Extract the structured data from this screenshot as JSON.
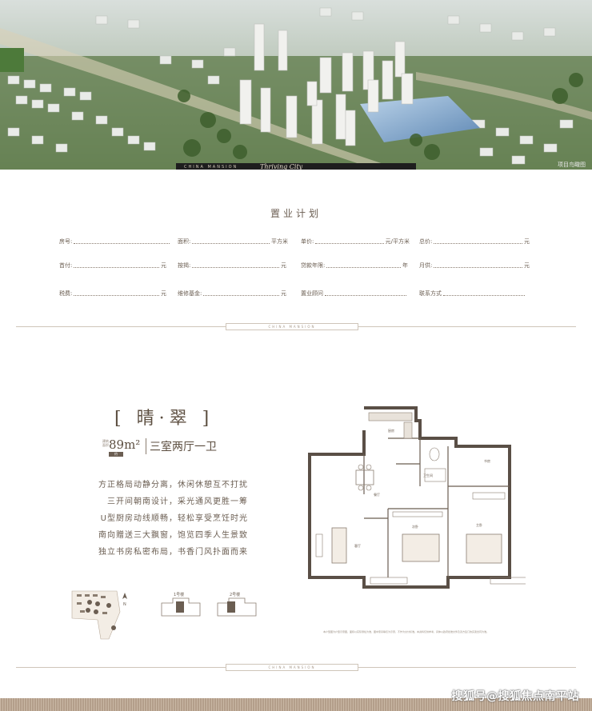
{
  "hero": {
    "brand_text": "CHINA MANSION",
    "script_text": "Thriving City",
    "caption": "项目鸟瞰图"
  },
  "plan": {
    "title": "置业计划",
    "rows": [
      [
        {
          "label": "房号:",
          "unit": ""
        },
        {
          "label": "面积:",
          "unit": "平方米"
        },
        {
          "label": "单价:",
          "unit": "元/平方米"
        },
        {
          "label": "总价:",
          "unit": "元"
        }
      ],
      [
        {
          "label": "首付:",
          "unit": "元"
        },
        {
          "label": "按揭:",
          "unit": "元"
        },
        {
          "label": "贷款年限:",
          "unit": "年"
        },
        {
          "label": "月供:",
          "unit": "元"
        }
      ],
      [
        {
          "label": "税费:",
          "unit": "元"
        },
        {
          "label": "维修基金:",
          "unit": "元"
        },
        {
          "label": "置业顾问",
          "unit": ""
        },
        {
          "label": "联系方式",
          "unit": ""
        }
      ]
    ]
  },
  "divider_text": "CHINA MANSION",
  "unit": {
    "name": "[ 晴·翠 ]",
    "area": "89m²",
    "area_label": "建筑面积",
    "area_tag": "约",
    "layout": "三室两厅一卫",
    "description": [
      "方正格局动静分离，休闲休憩互不打扰",
      "三开间朝南设计，采光通风更胜一筹",
      "U型厨房动线顺畅，轻松享受烹饪时光",
      "南向赠送三大飘窗，饱览四季人生景致",
      "独立书房私密布局，书香门风扑面而来"
    ],
    "rooms": {
      "kitchen": "厨房",
      "dining": "餐厅",
      "bath": "卫生间",
      "living": "客厅",
      "bedroom2": "次卧",
      "master": "主卧",
      "study": "书房"
    },
    "building_1": "1号楼",
    "building_2": "2号楼",
    "north": "N",
    "disclaimer": "本户型图为户型示意图，面积以实际测绘为准，图中家具等仅为示意，不作为交付标准。本资料仅供参考，具体以政府批准文件及双方签订的买卖合同为准。"
  },
  "watermark": "搜狐号@搜狐焦点南平站"
}
